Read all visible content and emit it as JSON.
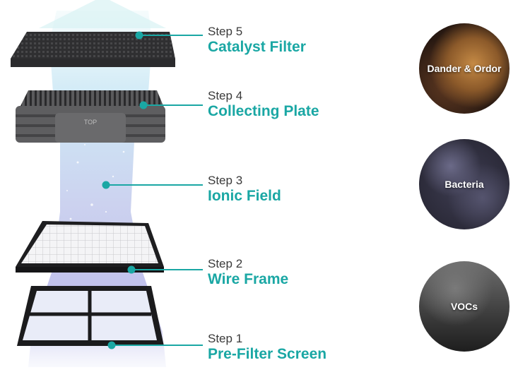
{
  "steps": [
    {
      "number": "Step 5",
      "title": "Catalyst Filter"
    },
    {
      "number": "Step 4",
      "title": "Collecting Plate"
    },
    {
      "number": "Step 3",
      "title": "Ionic Field"
    },
    {
      "number": "Step 2",
      "title": "Wire Frame"
    },
    {
      "number": "Step 1",
      "title": "Pre-Filter Screen"
    }
  ],
  "plate_marking": "TOP",
  "pollutants": [
    {
      "label": "Dander & Ordor",
      "icon": "dog-photo"
    },
    {
      "label": "Bacteria",
      "icon": "bacteria-photo"
    },
    {
      "label": "VOCs",
      "icon": "factory-smoke-photo"
    }
  ],
  "colors": {
    "accent": "#1aa7a4",
    "step_text": "#3a3a3a"
  }
}
